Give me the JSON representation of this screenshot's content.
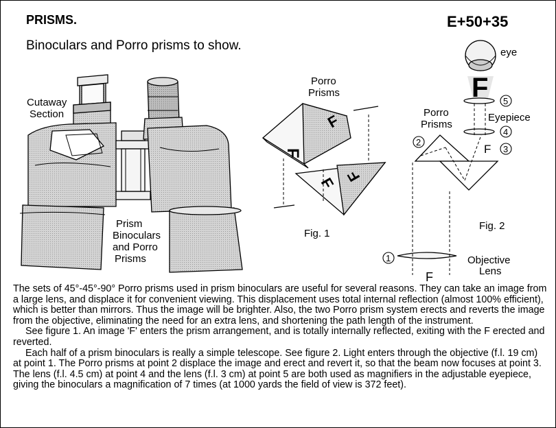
{
  "header": {
    "title": "PRISMS.",
    "code": "E+50+35",
    "subtitle": "Binoculars and Porro prisms to show."
  },
  "binoculars": {
    "cutaway_label_1": "Cutaway",
    "cutaway_label_2": "Section",
    "prism_label_1": "Prism",
    "prism_label_2": "Binoculars",
    "prism_label_3": "and Porro",
    "prism_label_4": "Prisms"
  },
  "fig1": {
    "label_1": "Porro",
    "label_2": "Prisms",
    "caption": "Fig. 1",
    "glyph": "F"
  },
  "fig2": {
    "eye": "eye",
    "big_f": "F",
    "eyepiece": "Eyepiece",
    "porro_1": "Porro",
    "porro_2": "Prisms",
    "f_label": "F",
    "caption": "Fig. 2",
    "objective_1": "Objective",
    "objective_2": "Lens",
    "bottom_f": "F",
    "points": [
      "1",
      "2",
      "3",
      "4",
      "5"
    ]
  },
  "text": {
    "p1": "The sets of 45°-45°-90° Porro prisms used in prism binoculars are useful for several reasons.  They can take an image from a large lens, and displace it for convenient viewing. This displacement uses total internal reflection (almost 100%  efficient), which is better than mirrors. Thus the image will be brighter. Also, the two Porro prism system erects and reverts the image from the objective, eliminating the need for an extra lens, and shortening the path length of the instrument.",
    "p2": "See figure 1. An image 'F' enters the prism arrangement, and is totally internally reflected, exiting with the F erected and reverted.",
    "p3": "Each half of a prism binoculars is really a simple telescope. See figure 2. Light enters through the objective (f.l. 19 cm) at point 1. The Porro prisms at point 2 displace the image and erect and revert it, so that the beam now focuses at point 3. The lens (f.l. 4.5 cm) at point 4 and the lens (f.l. 3 cm) at point 5 are both used as magnifiers in the adjustable eyepiece, giving the binoculars a magnification of 7 times (at 1000 yards the field of view is 372 feet)."
  }
}
